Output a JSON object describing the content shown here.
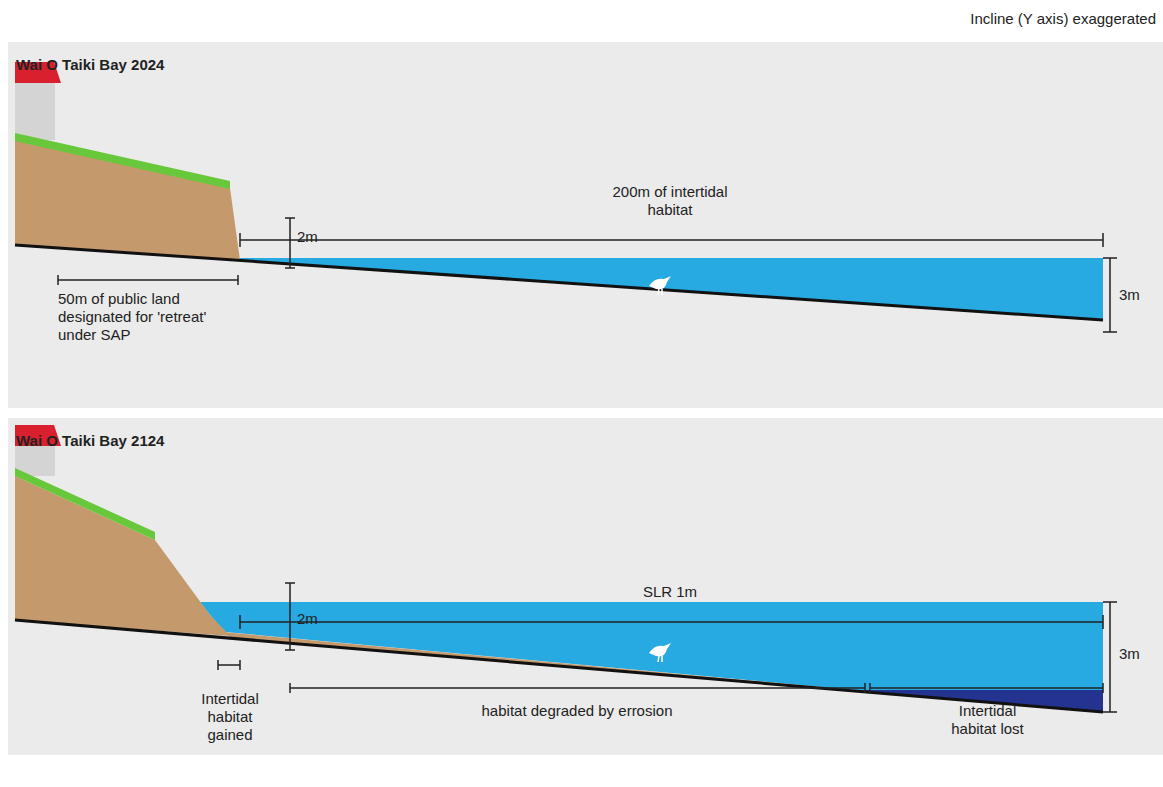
{
  "diagram": {
    "nodes": [
      {
        "text": [
          "Wai O Taiki Bay 2024"
        ]
      },
      {
        "text": [
          "Wai O Taiki Bay 2124"
        ]
      }
    ],
    "labels": [
      "Incline (Y axis) exaggerated",
      "200m of intertidal habitat",
      "2m",
      "3m",
      "50m of public land designated for 'retreat' under SAP",
      "2m",
      "SLR 1m",
      "3m",
      "Intertidal habitat gained",
      "habitat degraded by errosion",
      "Intertidal habitat lost"
    ]
  }
}
